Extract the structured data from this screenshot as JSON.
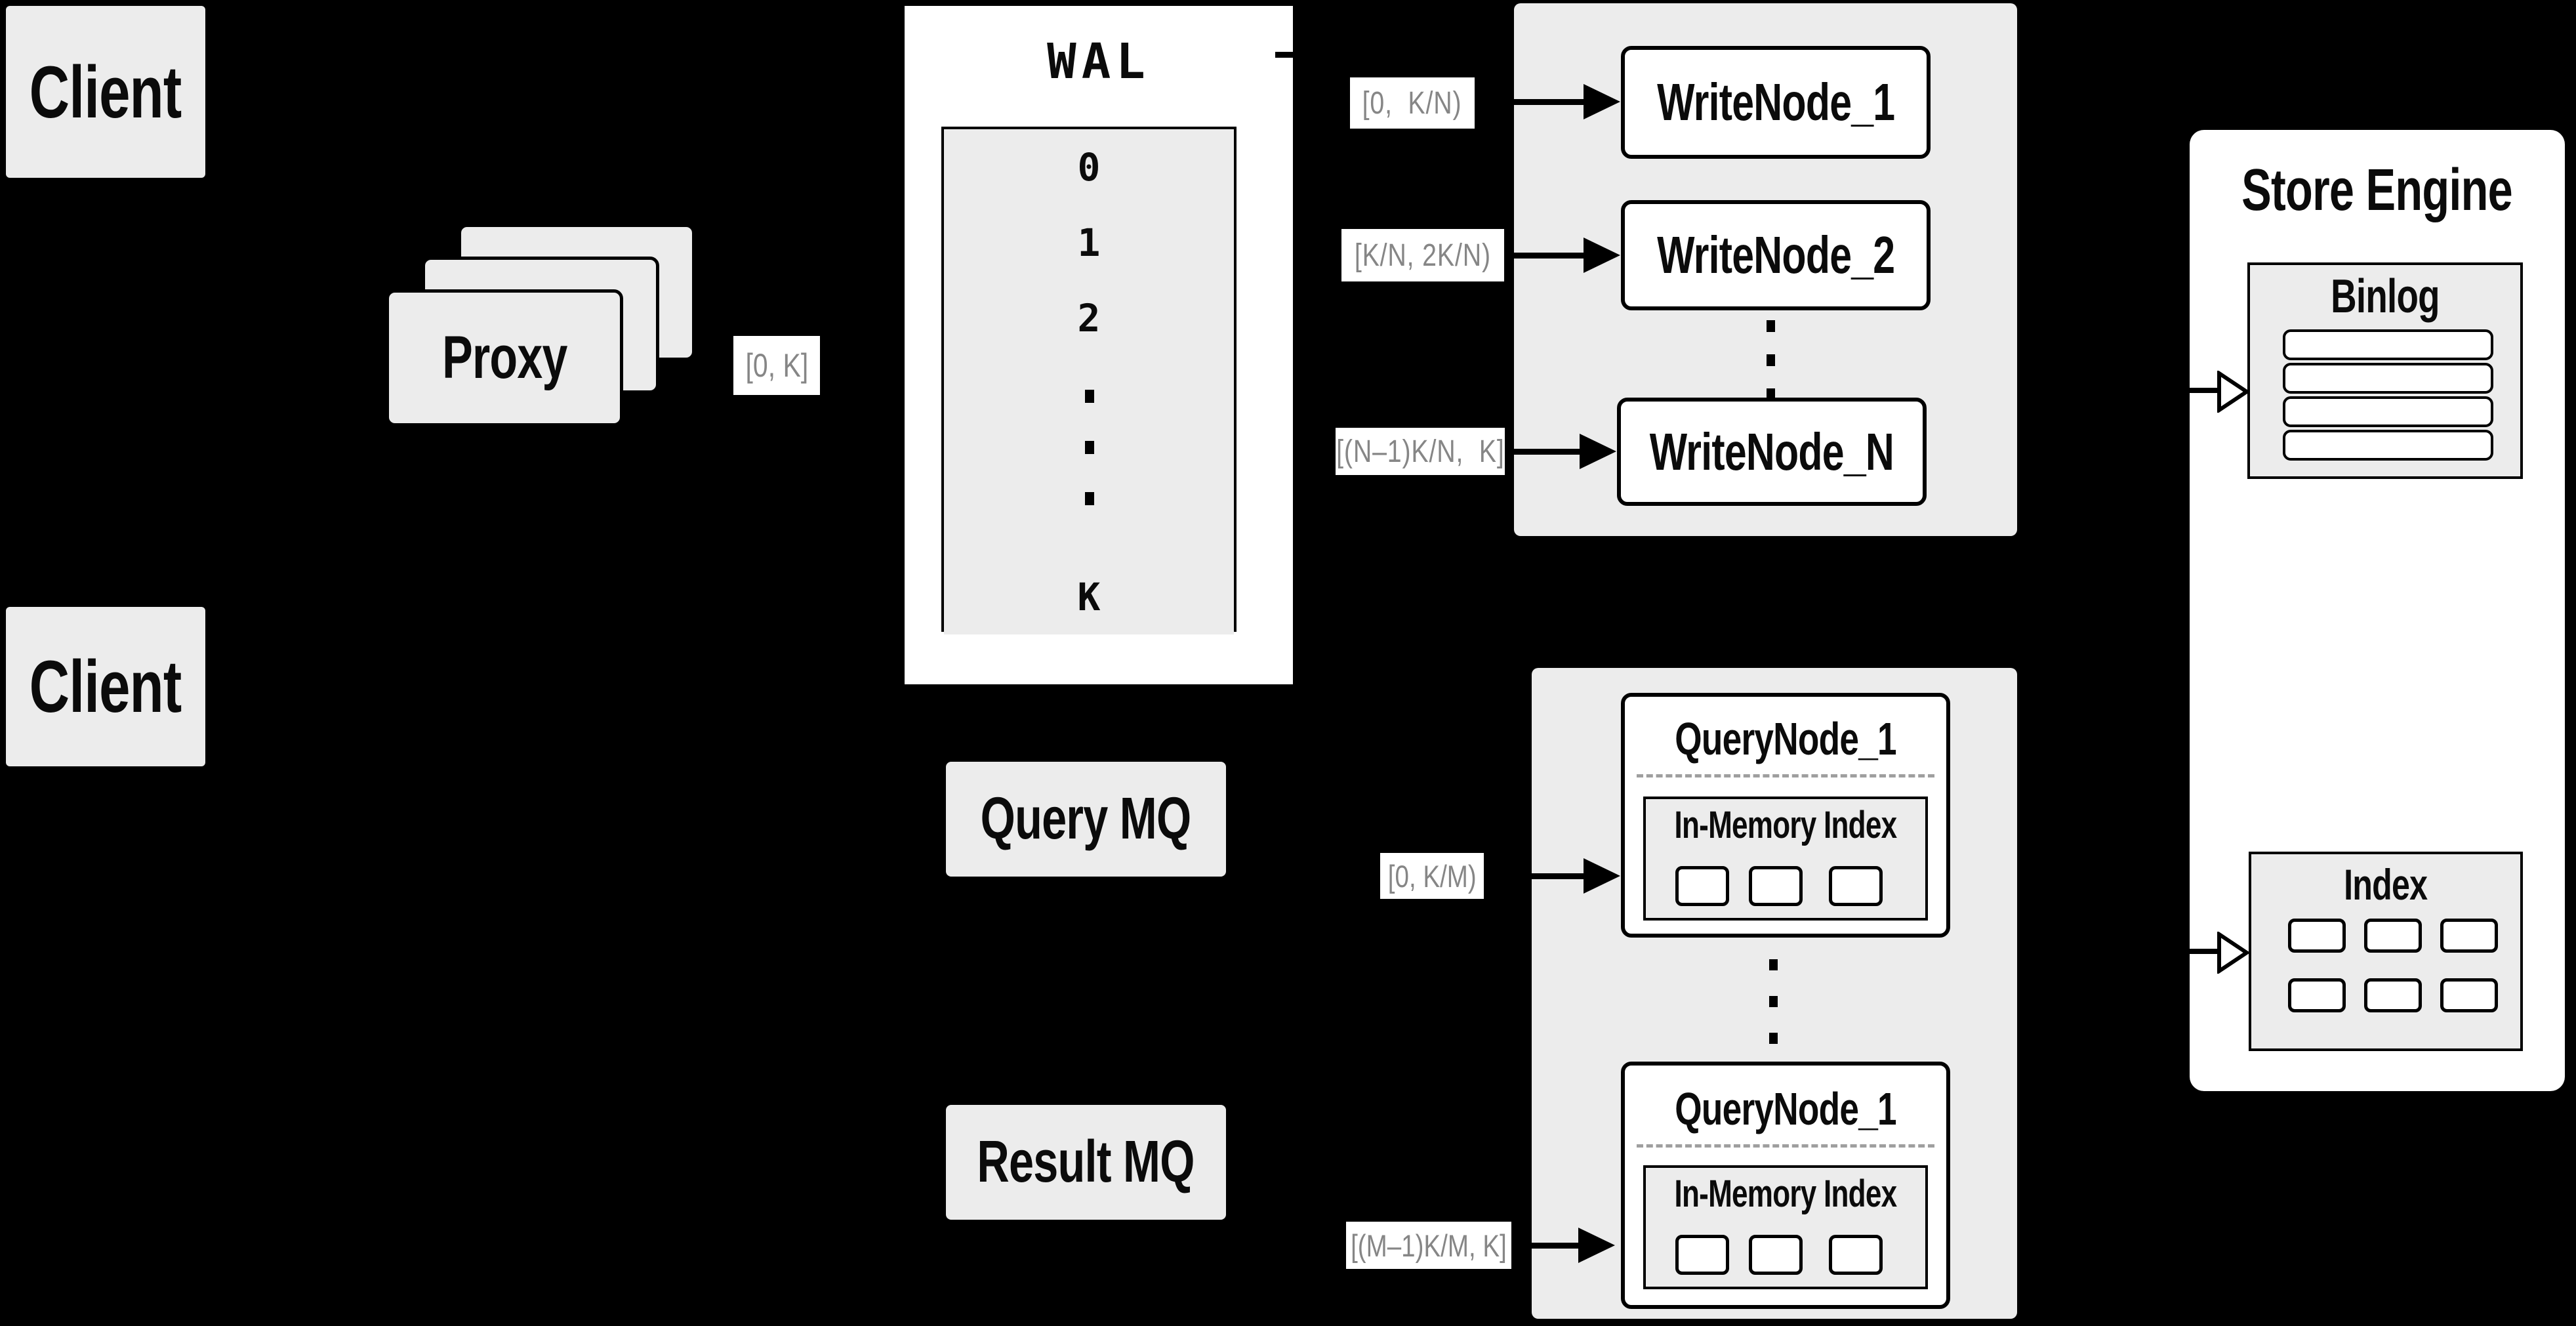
{
  "palette": {
    "background": "#000000",
    "box_fill": "#ececec",
    "box_border": "#000000",
    "node_fill": "#ffffff",
    "title_text": "#0b0b0b",
    "range_label_text": "#868686",
    "range_label_bg": "#ffffff",
    "dashed_divider": "#9f9f9f"
  },
  "clients": {
    "top": "Client",
    "bottom": "Client"
  },
  "proxy": {
    "label": "Proxy"
  },
  "wal": {
    "title": "WAL",
    "rows": [
      "0",
      "1",
      "2",
      "K"
    ],
    "ellipsis": "..."
  },
  "flow_labels": {
    "proxy_to_wal": "[0, K]",
    "write_1": "[0,  K/N)",
    "write_2": "[K/N, 2K/N)",
    "write_n": "[(N–1)K/N,  K]",
    "query_1": "[0, K/M)",
    "query_m": "[(M–1)K/M, K]"
  },
  "write_nodes": {
    "n1": "WriteNode_1",
    "n2": "WriteNode_2",
    "nn": "WriteNode_N",
    "ellipsis": "..."
  },
  "mq": {
    "query": "Query MQ",
    "result": "Result MQ"
  },
  "query_nodes": {
    "top_title": "QueryNode_1",
    "bottom_title": "QueryNode_1",
    "in_memory_top": "In-Memory Index",
    "in_memory_bottom": "In-Memory Index",
    "ellipsis": "..."
  },
  "store_engine": {
    "title": "Store Engine",
    "binlog_title": "Binlog",
    "index_title": "Index"
  }
}
